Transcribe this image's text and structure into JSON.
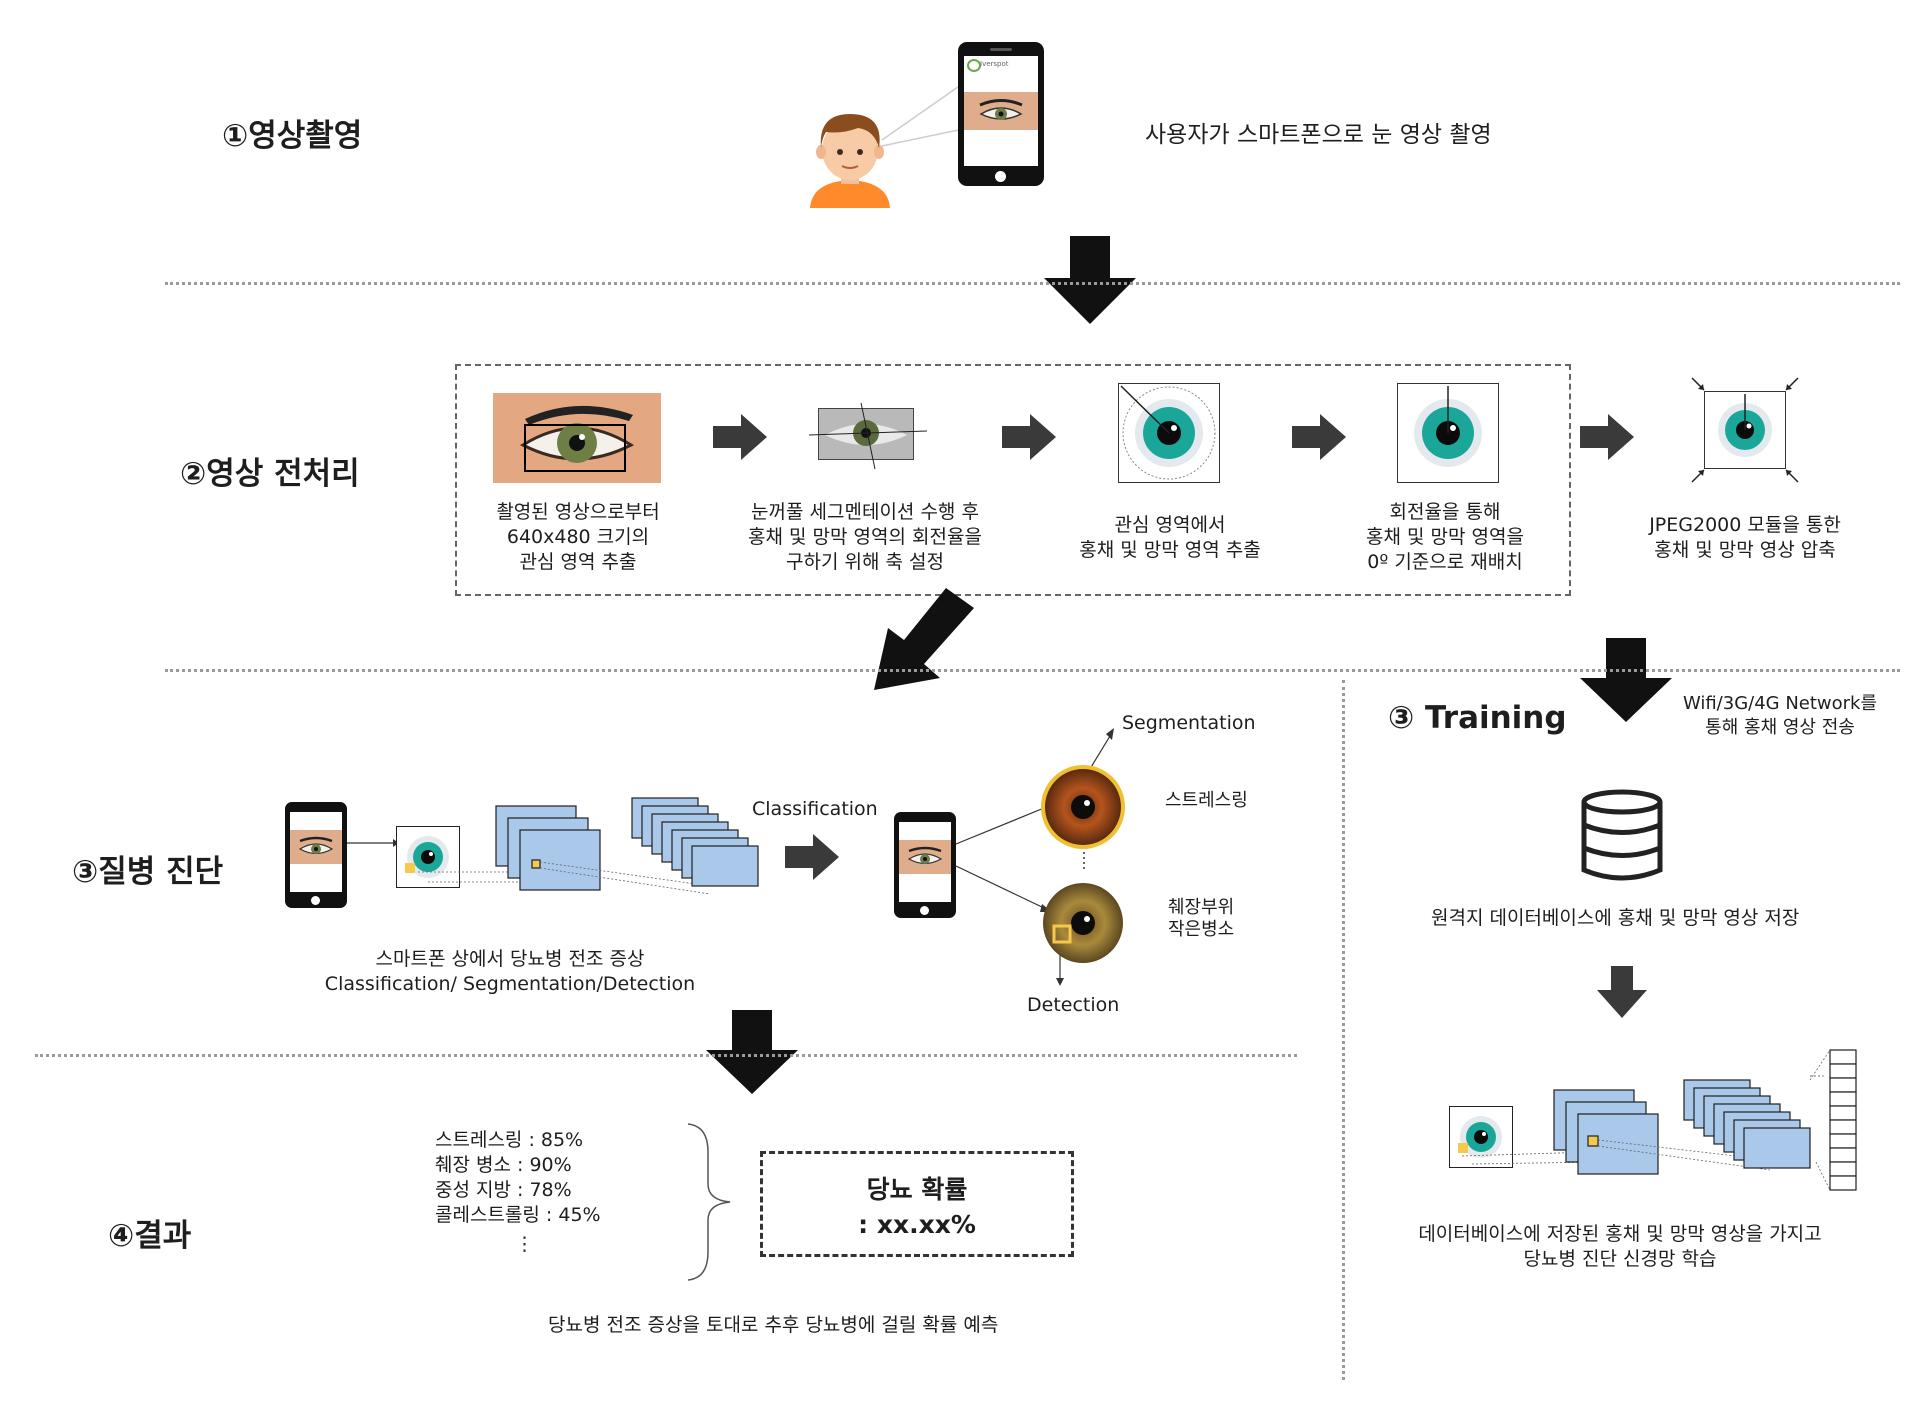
{
  "section1": {
    "title": "①영상촬영",
    "caption": "사용자가 스마트폰으로 눈 영상 촬영",
    "phone_screen_text": "Iverspot"
  },
  "section2": {
    "title": "②영상 전처리",
    "steps": [
      {
        "lines": [
          "촬영된 영상으로부터",
          "640x480 크기의",
          "관심 영역 추출"
        ]
      },
      {
        "lines": [
          "눈꺼풀 세그멘테이션 수행 후",
          "홍채 및 망막 영역의 회전율을",
          "구하기 위해 축 설정"
        ]
      },
      {
        "lines": [
          "관심 영역에서",
          "홍채 및 망막 영역 추출"
        ]
      },
      {
        "lines": [
          "회전율을 통해",
          "홍채 및 망막 영역을",
          "0º 기준으로 재배치"
        ]
      },
      {
        "lines": [
          "JPEG2000 모듈을 통한",
          "홍채 및 망막 영상 압축"
        ]
      }
    ]
  },
  "section3": {
    "title": "③질병 진단",
    "caption_lines": [
      "스마트폰 상에서 당뇨병 전조 증상",
      "Classification/ Segmentation/Detection"
    ],
    "classification_label": "Classification",
    "segmentation_label": "Segmentation",
    "detection_label": "Detection",
    "stress_ring_label": "스트레스링",
    "pancreas_label_lines": [
      "췌장부위",
      "작은병소"
    ]
  },
  "training": {
    "title": "③ Training",
    "network_lines": [
      "Wifi/3G/4G Network를",
      "통해 홍채 영상 전송"
    ],
    "db_caption": "원격지 데이터베이스에 홍채 및 망막 영상 저장",
    "train_caption_lines": [
      "데이터베이스에 저장된 홍채 및 망막 영상을 가지고",
      "당뇨병 진단 신경망 학습"
    ]
  },
  "section4": {
    "title": "④결과",
    "stats": [
      "스트레스링 : 85%",
      "췌장 병소 : 90%",
      "중성 지방 : 78%",
      "콜레스트롤링 : 45%"
    ],
    "ellipsis": "⋮",
    "result_title": "당뇨 확률",
    "result_value": ": xx.xx%",
    "caption": "당뇨병 전조 증상을 토대로 추후 당뇨병에 걸릴 확률 예측"
  },
  "colors": {
    "iris_teal": "#1aa79a",
    "layer_blue": "#a9c8ea",
    "skin": "#e0ad8c",
    "arrow": "#111111",
    "highlight": "#f5c94b"
  }
}
